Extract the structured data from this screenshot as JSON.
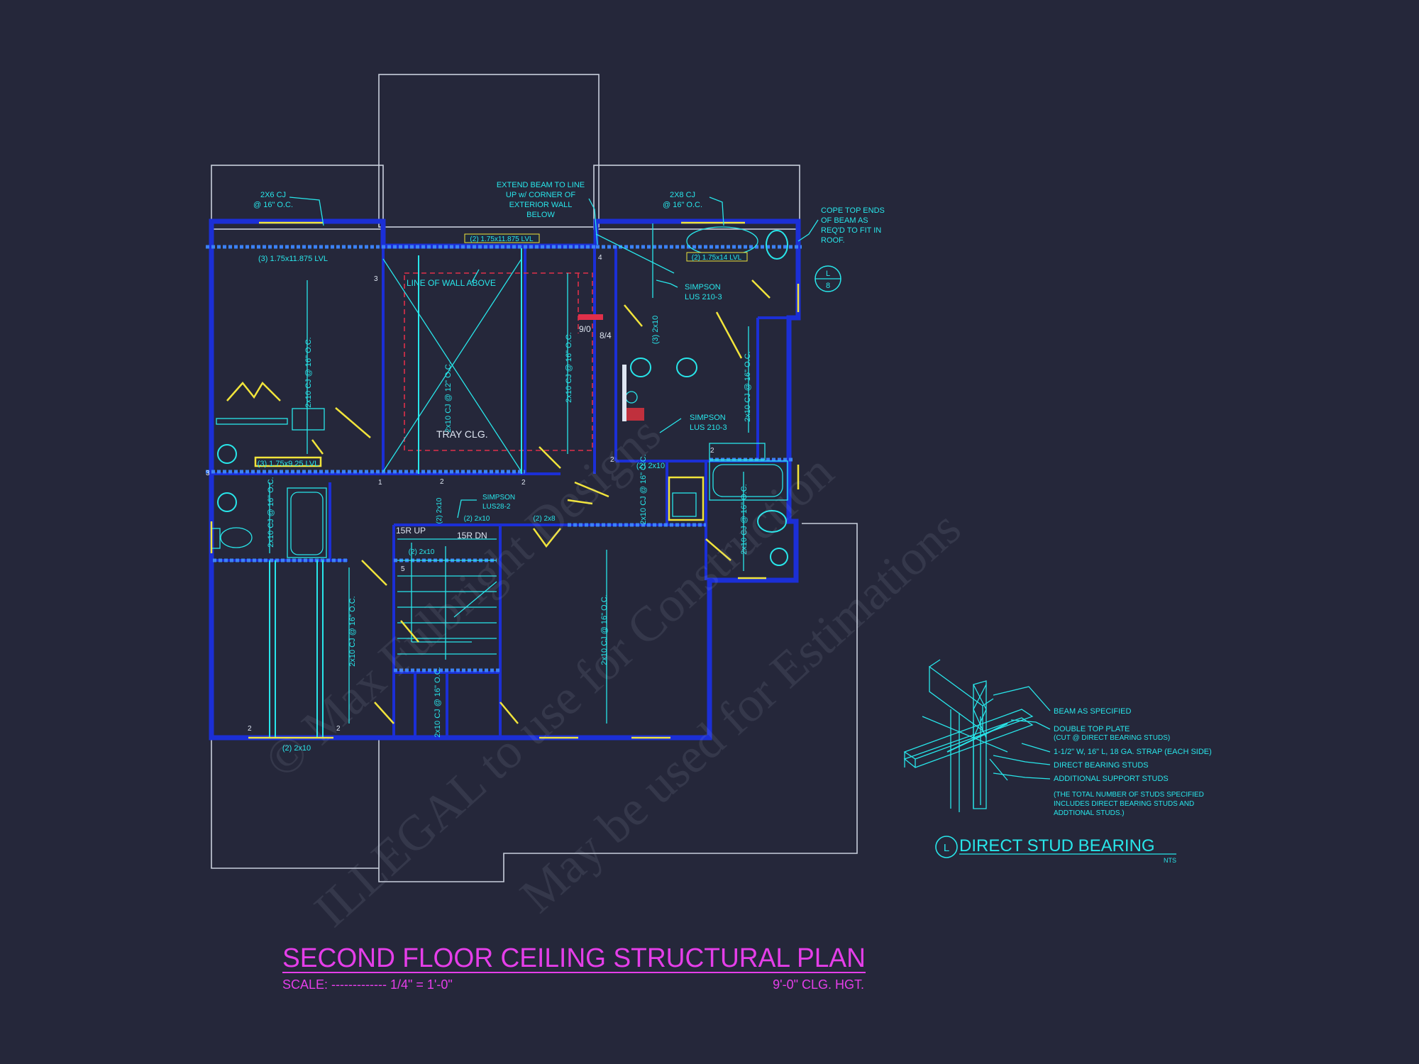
{
  "title": {
    "main": "SECOND FLOOR CEILING STRUCTURAL PLAN",
    "scale": "SCALE: ------------- 1/4\" = 1'-0\"",
    "ceiling_height": "9'-0\" CLG. HGT."
  },
  "colors": {
    "background": "#25273a",
    "walls": "#1b2fd6",
    "annotation": "#28e6ea",
    "title": "#e53ee9",
    "fixtures": "#f1e43b",
    "dashed": "#e0304a"
  },
  "plan_labels": {
    "cj_2x6": "2X6 CJ",
    "cj_2x6_oc": "@ 16\" O.C.",
    "lvl_3": "(3) 1.75x11.875 LVL",
    "lvl_2_top": "(2) 1.75x11.875 LVL",
    "extend_beam_1": "EXTEND BEAM TO LINE",
    "extend_beam_2": "UP w/ CORNER OF",
    "extend_beam_3": "EXTERIOR WALL",
    "extend_beam_4": "BELOW",
    "cj_2x8": "2X8 CJ",
    "cj_2x8_oc": "@ 16\" O.C.",
    "lvl_2x14": "(2) 1.75x14 LVL",
    "cope_1": "COPE TOP ENDS",
    "cope_2": "OF BEAM AS",
    "cope_3": "REQ'D TO FIT IN",
    "cope_4": "ROOF.",
    "detail_tag_top": "L",
    "detail_tag_bottom": "8",
    "line_of_wall": "LINE OF WALL ABOVE",
    "simpson_1a": "SIMPSON",
    "simpson_1b": "LUS 210-3",
    "simpson_2a": "SIMPSON",
    "simpson_2b": "LUS 210-3",
    "simpson_3a": "SIMPSON",
    "simpson_3b": "LUS28-2",
    "ratio_a": "9/0",
    "ratio_b": "8/4",
    "tray_clg": "TRAY CLG.",
    "cj_2x10_16_left": "2x10 CJ @ 16\" O.C.",
    "cj_2x10_12_center": "2x10 CJ @ 12\" O.C.",
    "cj_2x10_16_center": "2x10 CJ @ 16\" O.C.",
    "cj_2x10_16_right": "2x10 CJ @ 16\" O.C.",
    "cj_2x10_16_bath": "2x10 CJ @ 16\" O.C.",
    "cj_2x10_16_laundry": "2x10 CJ @ 16\" O.C.",
    "cj_2x10_16_rbath": "2x10 CJ @ 16\" O.C.",
    "cj_2x10_16_bedroom": "2x10 CJ @ 16\" O.C.",
    "cj_2x10_16_loft": "2x10 CJ @ 16\" O.C.",
    "cj_2x10_16_hall": "2x10 CJ @ 16\" O.C.",
    "studs_3_2x10": "(3) 2x10",
    "lvl_3_mid": "(3) 1.75x9.25 LVL",
    "header_2x10_a": "(2) 2x10",
    "header_2x10_b": "(2) 2x10",
    "header_2x10_c": "(2) 2x10",
    "header_2x8": "(2) 2x8",
    "header_2x10_d": "(2) 2x10",
    "stair_up": "15R UP",
    "stair_dn": "15R DN",
    "header_2x10_bottom": "(2) 2x10"
  },
  "marks": {
    "m3": "3",
    "m4": "4",
    "m2": "2",
    "m1": "1",
    "m5": "5"
  },
  "detail": {
    "beam": "BEAM AS SPECIFIED",
    "top_plate_1": "DOUBLE TOP PLATE",
    "top_plate_2": "(CUT @ DIRECT BEARING STUDS)",
    "strap": "1-1/2\" W, 16\" L, 18 GA. STRAP (EACH SIDE)",
    "direct_studs": "DIRECT BEARING STUDS",
    "additional_studs": "ADDITIONAL SUPPORT STUDS",
    "note_1": "(THE TOTAL NUMBER OF STUDS SPECIFIED",
    "note_2": "INCLUDES DIRECT BEARING STUDS AND",
    "note_3": "ADDTIONAL STUDS.)",
    "tag": "L",
    "title": "DIRECT STUD BEARING",
    "nts": "NTS"
  },
  "watermark": {
    "line1": "© Max Fulbright Designs",
    "line2": "ILLEGAL to use for Construction",
    "line3": "May be used for Estimations"
  }
}
